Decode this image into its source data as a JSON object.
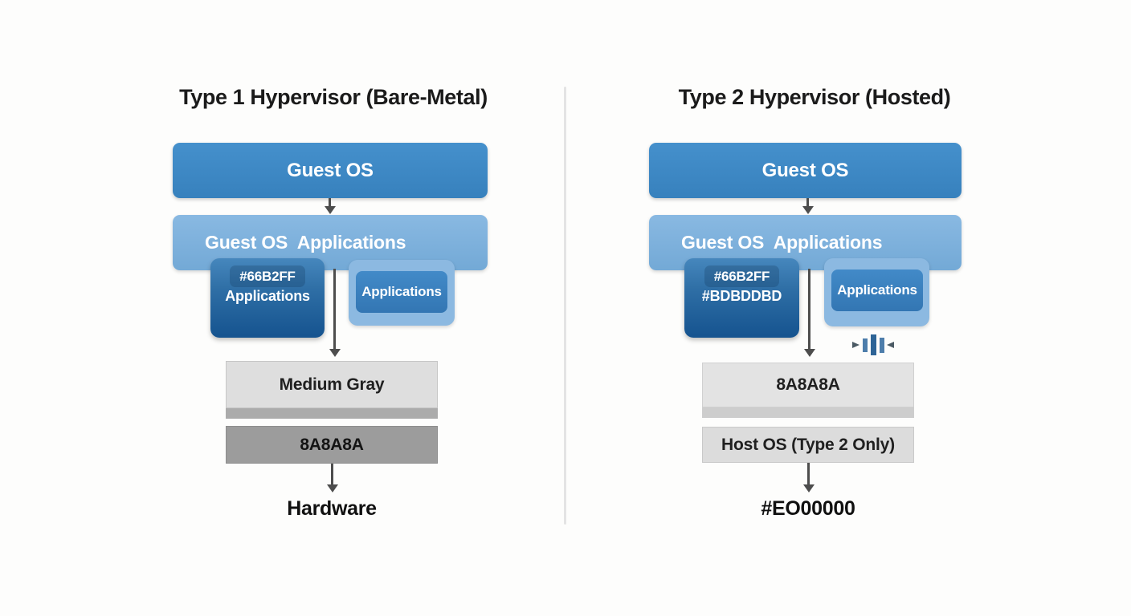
{
  "panels": [
    {
      "title": "Type 1 Hypervisor (Bare-Metal)",
      "guest_os": "Guest OS",
      "apps_bar": "Guest OS  Applications",
      "sub_primary_line1": "#66B2FF",
      "sub_primary_line2": "Applications",
      "sub_secondary": "Applications",
      "layer_top": "Medium Gray",
      "layer_bottom": "8A8A8A",
      "bottom_label": "Hardware"
    },
    {
      "title": "Type 2 Hypervisor (Hosted)",
      "guest_os": "Guest OS",
      "apps_bar": "Guest OS  Applications",
      "sub_primary_line1": "#66B2FF",
      "sub_primary_line2": "#BDBDDBD",
      "sub_secondary": "Applications",
      "layer_top": "8A8A8A",
      "layer_bottom": "Host OS (Type 2 Only)",
      "bottom_label": "#EO00000"
    }
  ],
  "icons": {
    "equalizer_compress": "equalizer-compress-icon",
    "arrow_down": "arrow-down-icon"
  },
  "colors": {
    "guest_blue": "#3A86C5",
    "apps_light_blue": "#7FB2DD",
    "dark_box_top": "#4687BD",
    "dark_box_bottom": "#15538F",
    "inner_app_blue": "#3E86C4",
    "outer_app_light": "#8CB9E1",
    "gray_light": "#DEDEDE",
    "gray_strip": "#ABABAB",
    "gray_medium": "#9C9C9C",
    "host_gray": "#DCDCDC",
    "arrow_gray": "#4D4D4D",
    "divider_gray": "#E4E4E4",
    "icon_blue": "#3D6E9E",
    "background": "#FDFDFC",
    "title_text": "#1B1B1B"
  }
}
